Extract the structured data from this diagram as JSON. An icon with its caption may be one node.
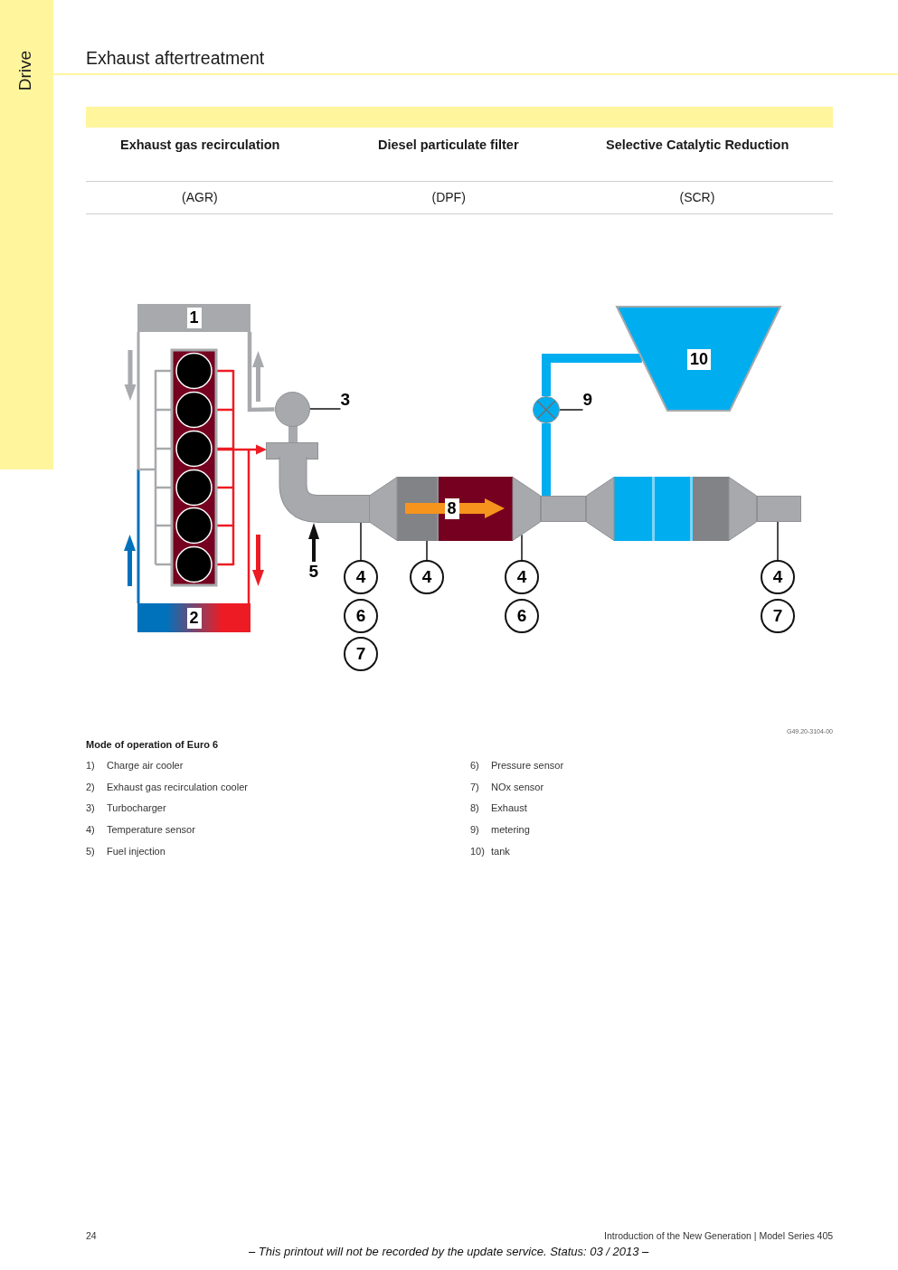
{
  "diagram": {
    "title": "Exhaust aftertreatment",
    "caption": "Mode of operation of Euro 6",
    "nodes": [
      {
        "text": [
          "1"
        ]
      },
      {
        "text": [
          "10"
        ]
      },
      {
        "text": [],
        "shape": "circle"
      },
      {
        "text": [
          "3"
        ]
      },
      {
        "text": [],
        "shape": "circle"
      },
      {
        "text": [
          "9"
        ]
      },
      {
        "text": [],
        "shape": "pipe"
      },
      {
        "text": [
          "8"
        ]
      },
      {
        "text": [],
        "shape": "pipe"
      },
      {
        "text": [],
        "shape": "box"
      },
      {
        "text": [],
        "shape": "pipe"
      },
      {
        "text": [
          "5"
        ]
      },
      {
        "text": [
          "2"
        ]
      },
      {
        "text": [
          "4"
        ]
      },
      {
        "text": [
          "4"
        ]
      },
      {
        "text": [
          "4"
        ]
      },
      {
        "text": [
          "4"
        ]
      },
      {
        "text": [
          "6"
        ]
      },
      {
        "text": [
          "6"
        ]
      },
      {
        "text": [
          "7"
        ]
      },
      {
        "text": [
          "7"
        ]
      }
    ],
    "edges": [
      {
        "from": 3,
        "to": 2,
        "arrow": "none"
      },
      {
        "from": 5,
        "to": 4,
        "arrow": "none"
      },
      {
        "from": 11,
        "to": 6,
        "arrow": "to",
        "style": "thick"
      },
      {
        "from": 13,
        "to": 6,
        "arrow": "none"
      },
      {
        "from": 14,
        "to": 7,
        "arrow": "none"
      },
      {
        "from": 15,
        "to": 7,
        "arrow": "none"
      },
      {
        "from": 16,
        "to": 10,
        "arrow": "none"
      },
      {
        "from": 0,
        "to": 2,
        "arrow": "none",
        "style": "thick",
        "color": "#a7a9ac"
      },
      {
        "from": 1,
        "to": 4,
        "arrow": "none",
        "style": "thick",
        "color": "#00aeef"
      },
      {
        "from": 4,
        "to": 8,
        "arrow": "none",
        "style": "thick",
        "color": "#00aeef"
      }
    ],
    "labels": [
      "Drive",
      "Exhaust gas recirculation",
      "Diesel particulate filter",
      "Selective Catalytic Reduction",
      "(AGR)",
      "(DPF)",
      "(SCR)",
      "G49.20-3104-00",
      "1)",
      "Charge air cooler",
      "6)",
      "Pressure sensor",
      "2)",
      "Exhaust gas recirculation cooler",
      "7)",
      "NOx sensor",
      "3)",
      "Turbocharger",
      "8)",
      "Exhaust",
      "4)",
      "Temperature sensor",
      "9)",
      "metering",
      "5)",
      "Fuel injection",
      "10)",
      "tank",
      "24",
      "Introduction of the New Generation | Model Series 405",
      "– This printout will not be recorded by the update service. Status: 03 / 2013 –"
    ]
  }
}
